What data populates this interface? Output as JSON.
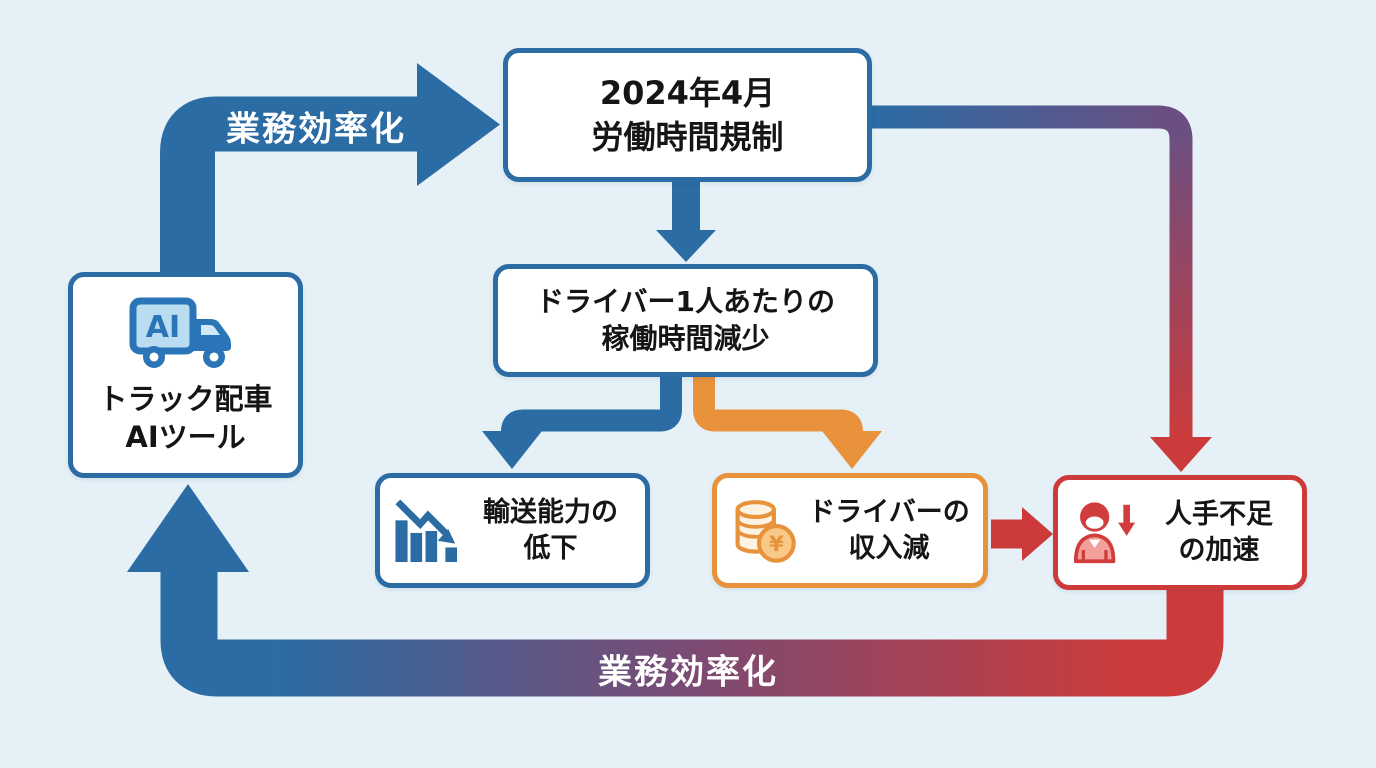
{
  "canvas": {
    "background": "#e6f1f7"
  },
  "colors": {
    "blue": "#2b6ca5",
    "orange": "#e8923c",
    "red": "#cd3a3a",
    "purple_mid": "#6b4f82",
    "box_fill": "#ffffff",
    "text": "#151515"
  },
  "nodes": {
    "ai_tool": {
      "line1": "トラック配車",
      "line2": "AIツール",
      "icon": "ai-truck-icon",
      "icon_text": "AI"
    },
    "regulation": {
      "line1": "2024年4月",
      "line2": "労働時間規制"
    },
    "driver_hours": {
      "line1": "ドライバー1人あたりの",
      "line2": "稼働時間減少"
    },
    "transport_capacity": {
      "line1": "輸送能力の",
      "line2": "低下",
      "icon": "declining-chart-icon"
    },
    "driver_income": {
      "line1": "ドライバーの",
      "line2": "収入減",
      "icon": "yen-coins-icon",
      "icon_text": "¥"
    },
    "labor_shortage": {
      "line1": "人手不足",
      "line2": "の加速",
      "icon": "person-decline-icon"
    }
  },
  "edges": {
    "efficiency_top": {
      "label": "業務効率化",
      "from": "ai_tool",
      "to": "regulation",
      "color": "blue"
    },
    "regulation_to_hours": {
      "from": "regulation",
      "to": "driver_hours",
      "color": "blue"
    },
    "hours_to_transport": {
      "from": "driver_hours",
      "to": "transport_capacity",
      "color": "blue"
    },
    "hours_to_income": {
      "from": "driver_hours",
      "to": "driver_income",
      "color": "orange"
    },
    "regulation_to_shortage": {
      "from": "regulation",
      "to": "labor_shortage",
      "color": "blue-to-red-gradient"
    },
    "income_to_shortage": {
      "from": "driver_income",
      "to": "labor_shortage",
      "color": "red"
    },
    "efficiency_bottom": {
      "label": "業務効率化",
      "from": "labor_shortage",
      "to": "ai_tool",
      "color": "red-to-blue-gradient"
    }
  }
}
